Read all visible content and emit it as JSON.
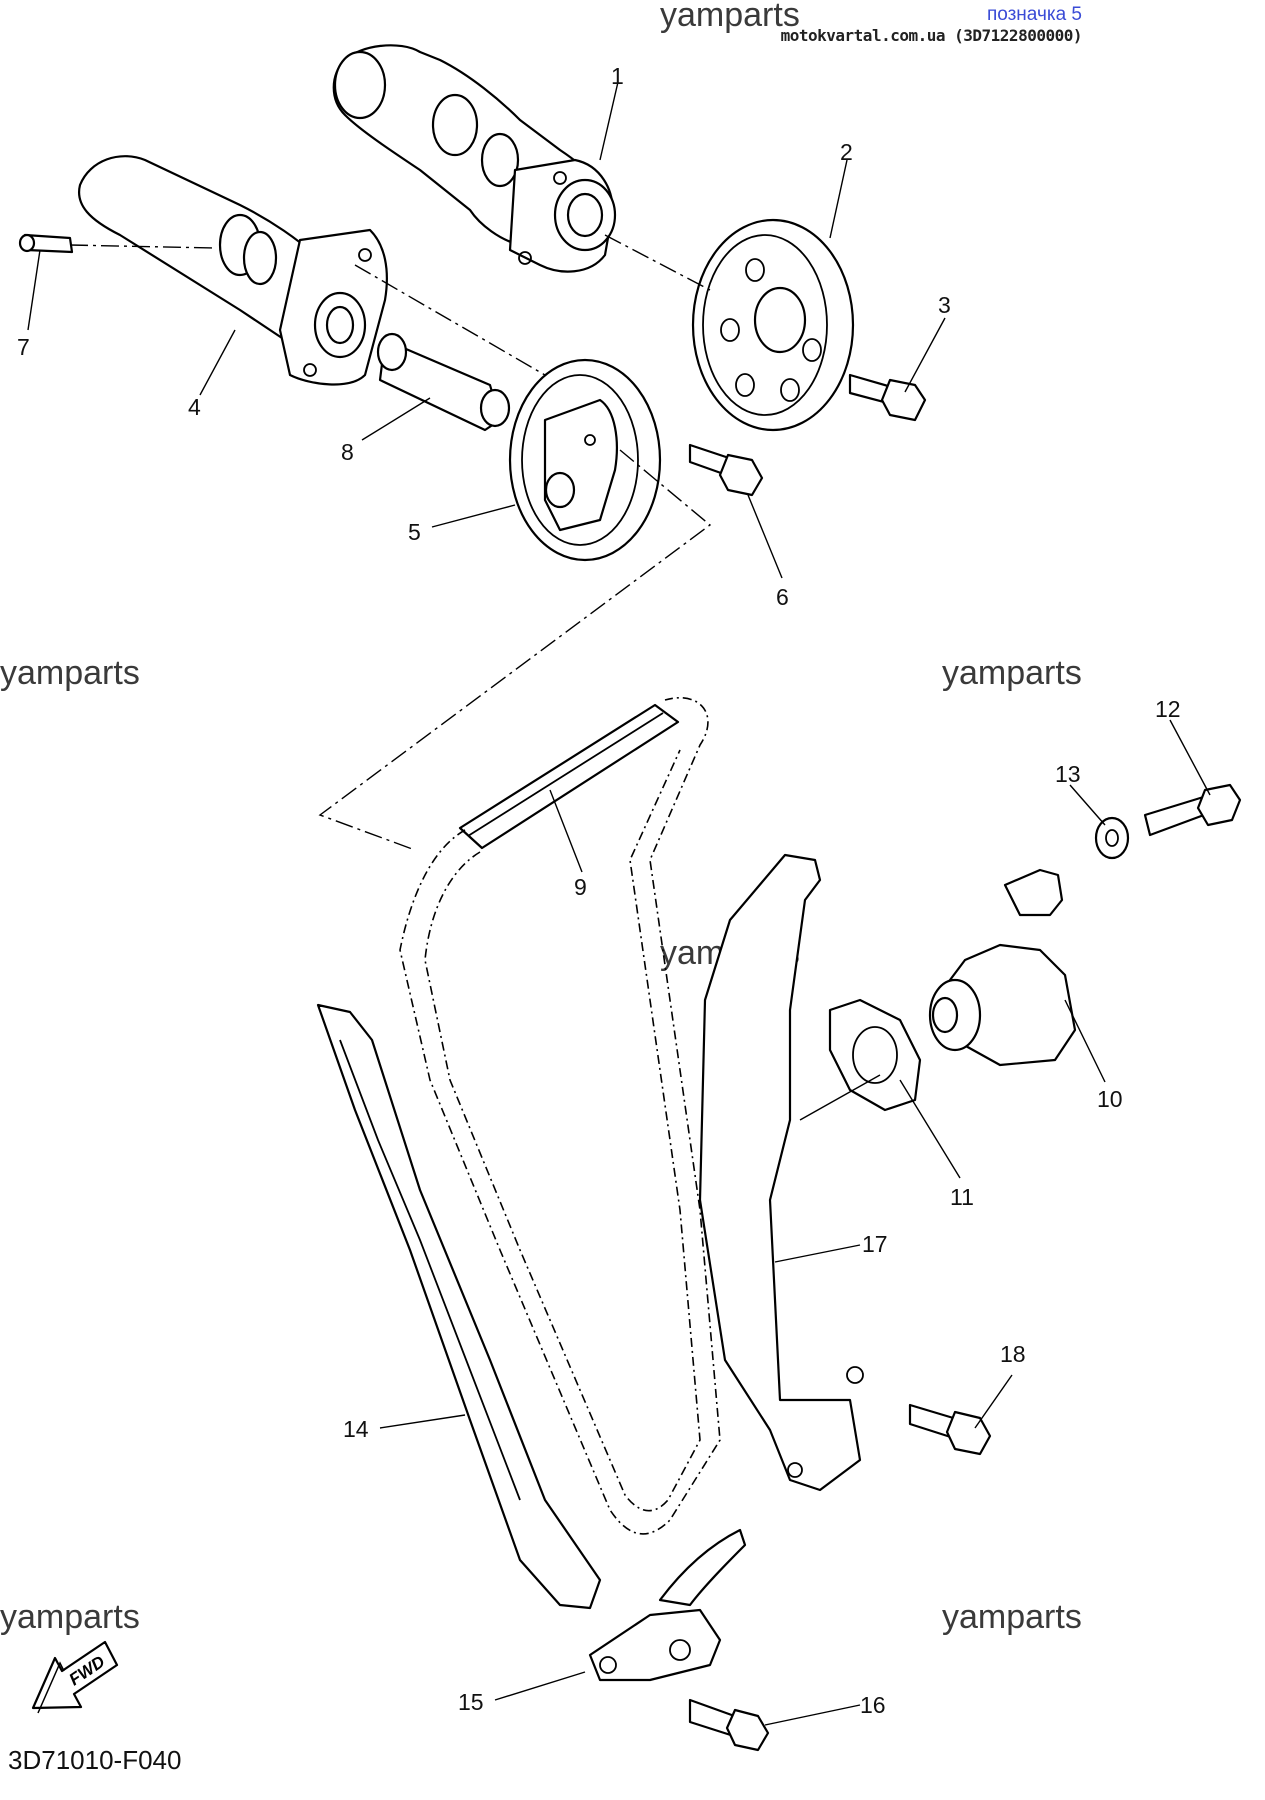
{
  "header": {
    "link_label": "позначка 5",
    "site_label": "motokvartal.com.ua (3D7122800000)"
  },
  "watermark": "yamparts",
  "diagram_code": "3D71010-F040",
  "fwd_label": "FWD",
  "callouts": {
    "p1": "1",
    "p2": "2",
    "p3": "3",
    "p4": "4",
    "p5": "5",
    "p6": "6",
    "p7": "7",
    "p8": "8",
    "p9": "9",
    "p10": "10",
    "p11": "11",
    "p12": "12",
    "p13": "13",
    "p14": "14",
    "p15": "15",
    "p16": "16",
    "p17": "17",
    "p18": "18"
  },
  "colors": {
    "link": "#3a4bd6",
    "ink": "#000000"
  }
}
